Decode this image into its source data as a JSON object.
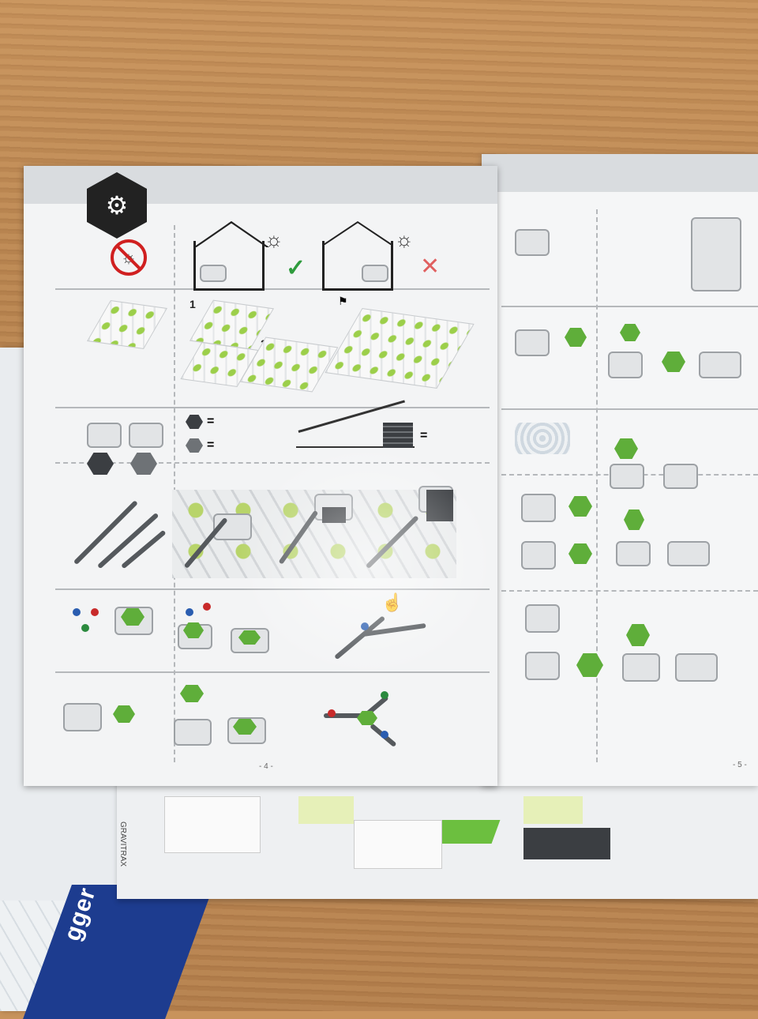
{
  "booklet": {
    "left_page": {
      "step_labels": [
        "1",
        "2"
      ],
      "equals_1": "=",
      "equals_2": "=",
      "equals_3": "=",
      "page_number": "- 4 -"
    },
    "right_page": {
      "page_number": "- 5 -"
    }
  },
  "box": {
    "brand_text": "gger",
    "barcode_text": "GRAVITRAX"
  },
  "colors": {
    "accent_green": "#5fae3a",
    "warning_red": "#d02020",
    "check_green": "#2e9b3d",
    "box_blue": "#1d3c8f"
  },
  "icons": {
    "gear": "gear-icon",
    "no_sun": "no-sunlight-icon",
    "check": "checkmark-icon",
    "cross": "cross-icon",
    "flag": "finish-flag-icon"
  }
}
